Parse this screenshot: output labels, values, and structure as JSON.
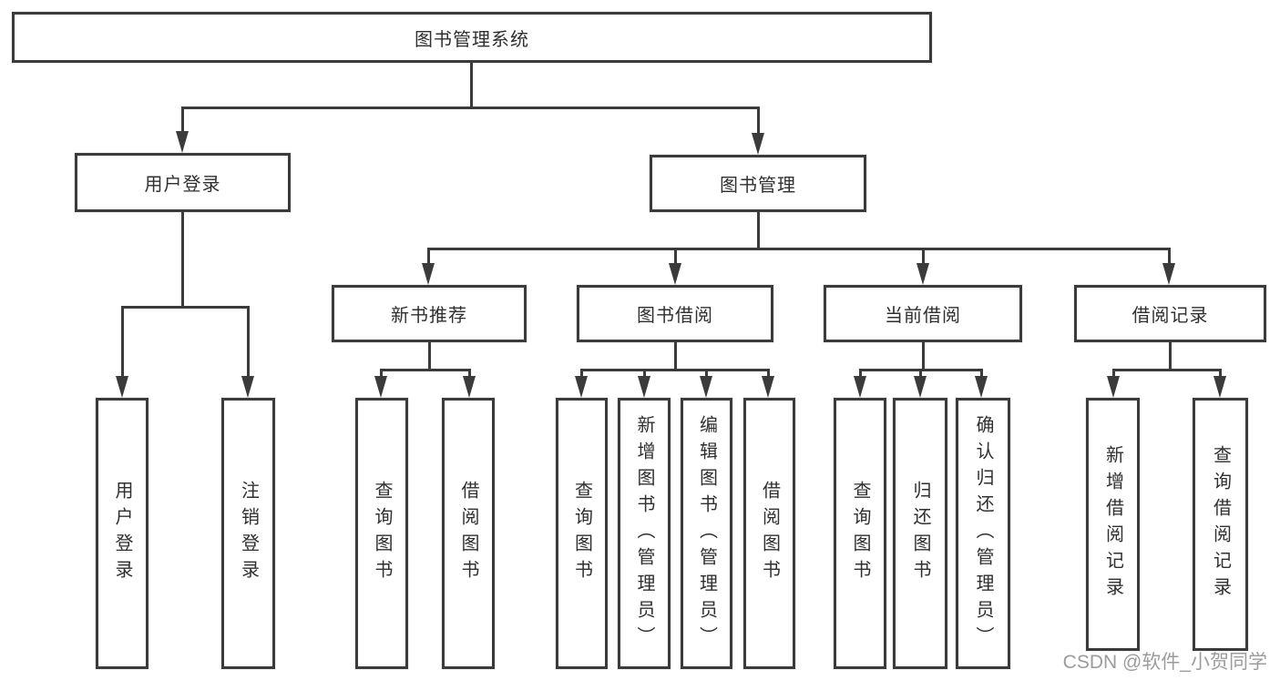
{
  "colors": {
    "line": "#3b3b3b",
    "text": "#2f2f2f",
    "node-bg": "#ffffff",
    "background": "#ffffff",
    "watermark": "#9c9c9c"
  },
  "watermark": {
    "text": "CSDN @软件_小贺同学"
  },
  "diagram": {
    "root": {
      "label": "图书管理系统"
    },
    "branches": [
      {
        "label": "用户登录",
        "leaves": [
          "用户登录",
          "注销登录"
        ]
      },
      {
        "label": "图书管理",
        "groups": [
          {
            "label": "新书推荐",
            "leaves": [
              "查询图书",
              "借阅图书"
            ]
          },
          {
            "label": "图书借阅",
            "leaves": [
              "查询图书",
              "新增图书（管理员）",
              "编辑图书（管理员）",
              "借阅图书"
            ]
          },
          {
            "label": "当前借阅",
            "leaves": [
              "查询图书",
              "归还图书",
              "确认归还（管理员）"
            ]
          },
          {
            "label": "借阅记录",
            "leaves": [
              "新增借阅记录",
              "查询借阅记录"
            ]
          }
        ]
      }
    ]
  }
}
